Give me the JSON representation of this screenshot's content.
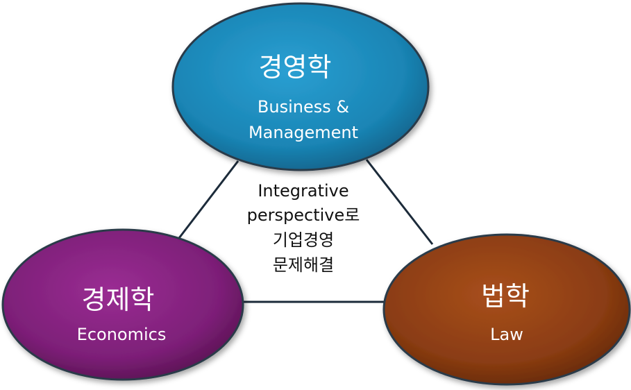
{
  "nodes": {
    "business": {
      "title": "경영학",
      "subtitle_line1": "Business &",
      "subtitle_line2": "Management",
      "color": "#1a85b5"
    },
    "economics": {
      "title": "경제학",
      "subtitle_line1": "Economics",
      "color": "#7d1f78"
    },
    "law": {
      "title": "법학",
      "subtitle_line1": "Law",
      "color": "#8a3c12"
    }
  },
  "center": {
    "line1": "Integrative",
    "line2": "perspective로",
    "line3": "기업경영",
    "line4": "문제해결"
  },
  "colors": {
    "connector": "#1c2b3a",
    "ellipse_border": "#2b3a4a"
  }
}
